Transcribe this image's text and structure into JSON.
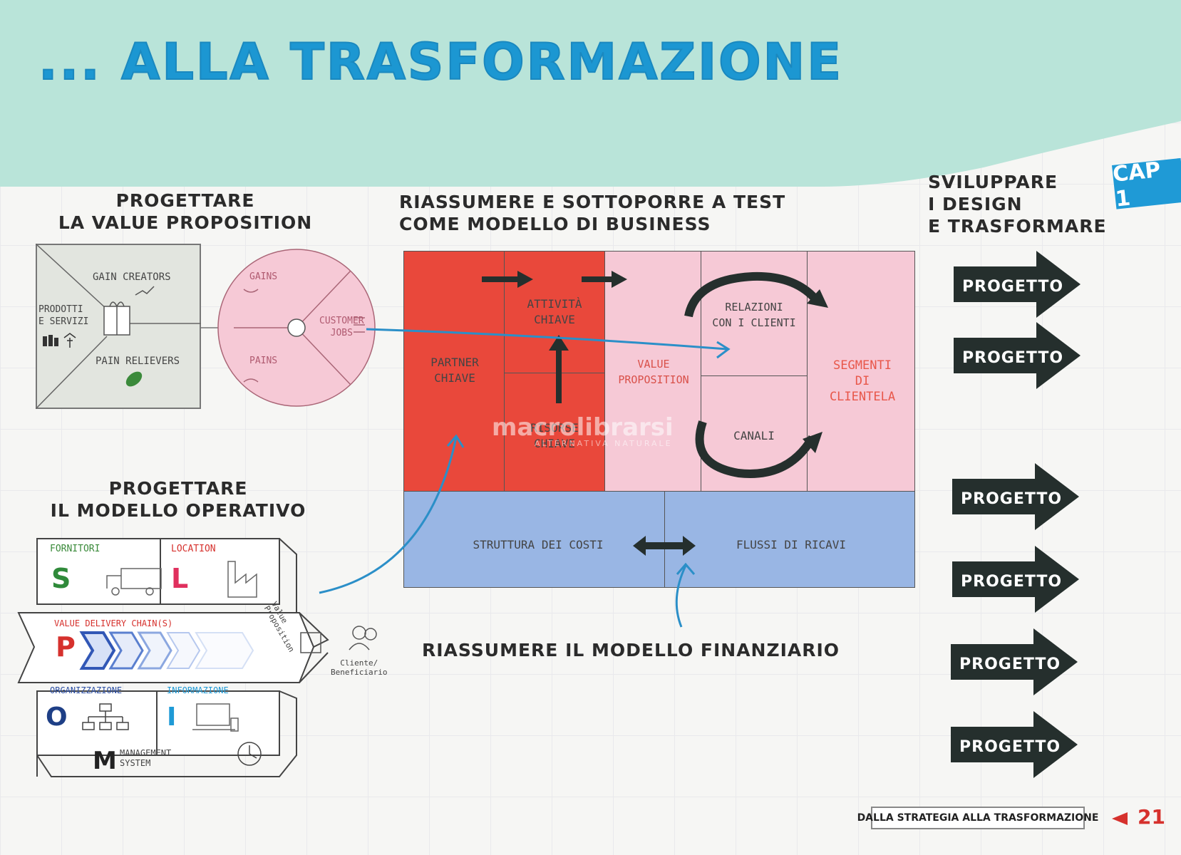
{
  "title": "... ALLA TRASFORMAZIONE",
  "cap_label": "CAP 1",
  "sections": {
    "value_proposition": "PROGETTARE\nLA VALUE PROPOSITION",
    "business_model": "RIASSUMERE E SOTTOPORRE A TEST\nCOME MODELLO DI BUSINESS",
    "develop": "SVILUPPARE\nI DESIGN\nE TRASFORMARE",
    "operating_model": "PROGETTARE\nIL MODELLO OPERATIVO",
    "financial": "RIASSUMERE IL MODELLO FINANZIARIO"
  },
  "value_map": {
    "gain_creators": "GAIN CREATORS",
    "products": "PRODOTTI\nE SERVIZI",
    "pain_relievers": "PAIN RELIEVERS"
  },
  "customer_profile": {
    "gains": "GAINS",
    "pains": "PAINS",
    "jobs": "CUSTOMER\nJOBS"
  },
  "canvas": {
    "partner": "PARTNER\nCHIAVE",
    "activities": "ATTIVITÀ\nCHIAVE",
    "resources": "RISORSE\nCHIAVE",
    "value_prop": "VALUE\nPROPOSITION",
    "relations": "RELAZIONI\nCON I CLIENTI",
    "channels": "CANALI",
    "segments": "SEGMENTI\nDI\nCLIENTELA",
    "costs": "STRUTTURA DEI COSTI",
    "revenues": "FLUSSI DI RICAVI"
  },
  "operating": {
    "suppliers": "FORNITORI",
    "location": "LOCATION",
    "s_letter": "S",
    "l_letter": "L",
    "chain": "VALUE DELIVERY CHAIN(S)",
    "p_letter": "P",
    "org": "ORGANIZZAZIONE",
    "info": "INFORMAZIONE",
    "o_letter": "O",
    "i_letter": "I",
    "m_letter": "M",
    "management": "MANAGEMENT\nSYSTEM",
    "value_prop_small": "Value\nProposition",
    "client": "Cliente/\nBeneficiario"
  },
  "projects": [
    "PROGETTO",
    "PROGETTO",
    "PROGETTO",
    "PROGETTO",
    "PROGETTO",
    "PROGETTO"
  ],
  "watermark": "macrolibrarsi",
  "watermark_sub": "ALTERNATIVA NATURALE",
  "footer": "DALLA STRATEGIA ALLA TRASFORMAZIONE",
  "page_number": "21",
  "colors": {
    "band": "#b9e4d9",
    "title": "#1c97d2",
    "partner_red": "#e9483b",
    "pink": "#f6c9d6",
    "blue_cost": "#99b6e4",
    "segment_text": "#e8574a",
    "dark_arrow": "#252f2d"
  }
}
